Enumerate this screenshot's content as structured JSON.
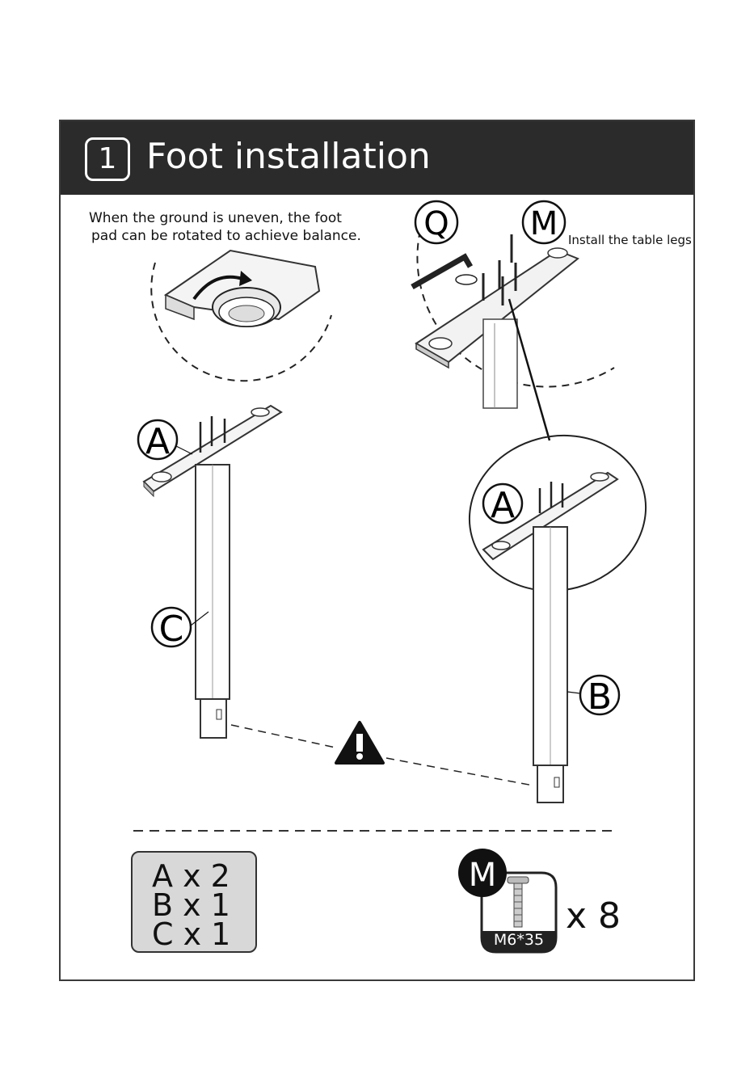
{
  "header": {
    "step_number": "1",
    "title": "Foot installation"
  },
  "notes": {
    "foot_pad_line1": "When the ground is uneven, the foot",
    "foot_pad_line2": "pad can be rotated to achieve balance.",
    "install_legs": "Install the table legs"
  },
  "part_labels": {
    "q": "Q",
    "m": "M",
    "a": "A",
    "b": "B",
    "c": "C"
  },
  "parts_list": [
    "A x 2",
    "B x 1",
    "C x 1"
  ],
  "screw": {
    "label": "M",
    "spec": "M6*35",
    "count": "x 8"
  },
  "icons": {
    "warning": "warning-triangle-icon",
    "rotate": "rotate-arrow-icon",
    "hex_key": "hex-key-icon"
  }
}
